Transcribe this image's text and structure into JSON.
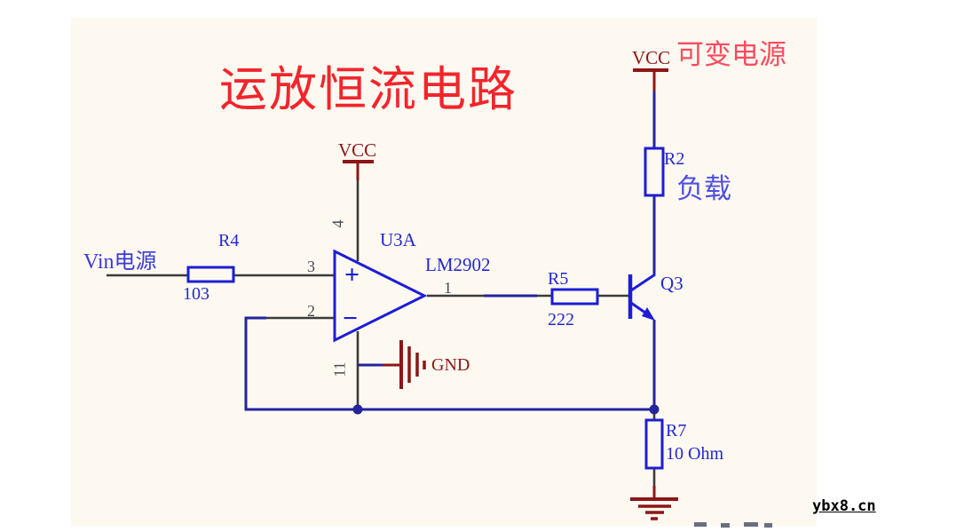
{
  "title": "运放恒流电路",
  "watermark": "ybx8.cn",
  "colors": {
    "background_paper": "#fdf9f1",
    "title_red": "#f2252c",
    "variable_supply_pink": "#fb4b5f",
    "power_dark_red": "#8c1616",
    "component_blue": "#1d1dd6",
    "label_blue": "#2228ce",
    "load_violet": "#5050e0",
    "net_navy": "#24249e",
    "wire_dark": "#3b3b3b",
    "pin_number_gray": "#4a4a52"
  },
  "power": {
    "vcc_left": "VCC",
    "vcc_right": "VCC",
    "variable_supply": "可变电源",
    "gnd": "GND"
  },
  "source": {
    "vin": "Vin电源"
  },
  "opamp": {
    "ref": "U3A",
    "part": "LM2902",
    "pin_noninverting": "3",
    "pin_inverting": "2",
    "pin_vcc": "4",
    "pin_gnd": "11",
    "pin_out": "1",
    "plus": "+",
    "minus": "−"
  },
  "resistors": {
    "r4": {
      "ref": "R4",
      "value": "103"
    },
    "r5": {
      "ref": "R5",
      "value": "222"
    },
    "r2": {
      "ref": "R2",
      "note": "负载"
    },
    "r7": {
      "ref": "R7",
      "value": "10 Ohm"
    }
  },
  "transistor": {
    "ref": "Q3"
  }
}
